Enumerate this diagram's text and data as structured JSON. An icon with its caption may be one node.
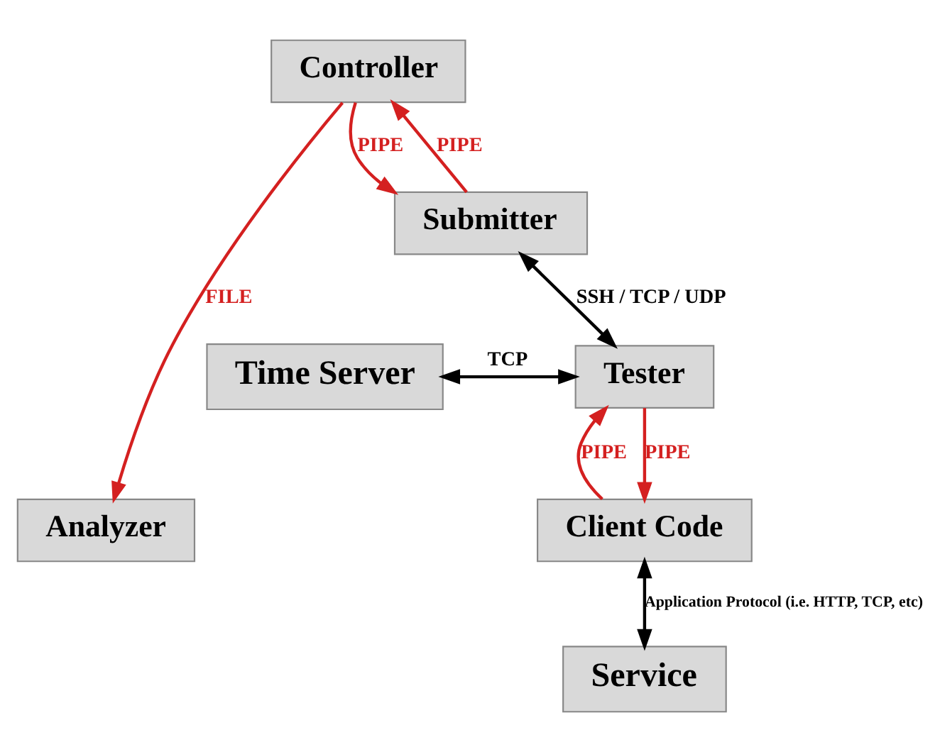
{
  "diagram": {
    "nodes": [
      {
        "text": [
          "Time Server"
        ]
      },
      {
        "text": [
          "Tester"
        ]
      },
      {
        "text": [
          "Client Code"
        ]
      },
      {
        "text": [
          "Analyzer"
        ]
      },
      {
        "text": [
          "Controller"
        ]
      },
      {
        "text": [
          "Submitter"
        ]
      },
      {
        "text": [
          "Service"
        ]
      }
    ],
    "edges": [
      {
        "from": 0,
        "to": 1,
        "arrow": "both",
        "label": "TCP",
        "color": "#000000"
      },
      {
        "from": 1,
        "to": 2,
        "arrow": "to",
        "label": "PIPE",
        "color": "#d42020"
      },
      {
        "from": 2,
        "to": 1,
        "arrow": "to",
        "label": "PIPE",
        "color": "#d42020"
      },
      {
        "from": 4,
        "to": 3,
        "arrow": "to",
        "label": "FILE",
        "color": "#d42020"
      },
      {
        "from": 5,
        "to": 4,
        "arrow": "to",
        "label": "PIPE",
        "color": "#d42020"
      },
      {
        "from": 4,
        "to": 5,
        "arrow": "to",
        "label": "PIPE",
        "color": "#d42020"
      },
      {
        "from": 5,
        "to": 1,
        "arrow": "both",
        "label": "SSH / TCP / UDP",
        "color": "#000000"
      },
      {
        "from": 2,
        "to": 6,
        "arrow": "both",
        "label": "Application Protocol (i.e. HTTP, TCP, etc)",
        "color": "#000000"
      }
    ]
  }
}
